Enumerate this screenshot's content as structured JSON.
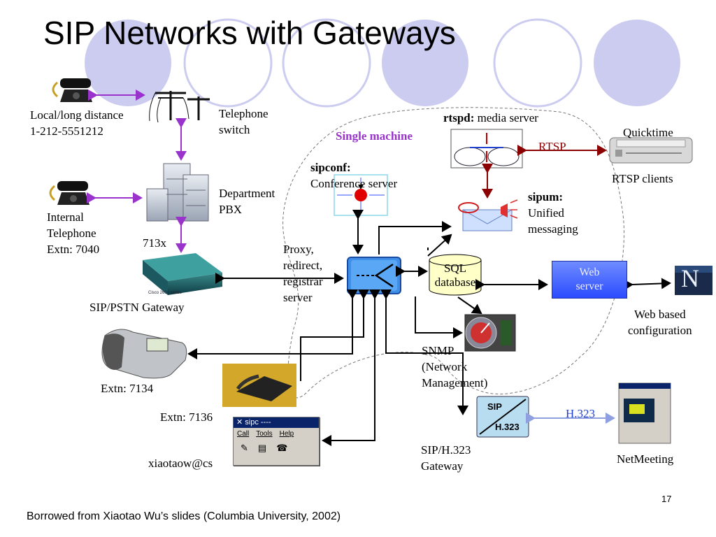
{
  "title": "SIP Networks with Gateways",
  "labels": {
    "local_line1": "Local/long distance",
    "local_line2": "1-212-5551212",
    "telephone_switch_line1": "Telephone",
    "telephone_switch_line2": "switch",
    "dept_pbx_line1": "Department",
    "dept_pbx_line2": "PBX",
    "internal_line1": "Internal",
    "internal_line2": "Telephone",
    "internal_line3": "Extn: 7040",
    "pbx_ext": "713x",
    "sip_pstn_gateway": "SIP/PSTN Gateway",
    "extn_7134": "Extn: 7134",
    "extn_7136": "Extn: 7136",
    "xiaotaow": "xiaotaow@cs",
    "proxy_line1": "Proxy,",
    "proxy_line2": "redirect,",
    "proxy_line3": "registrar",
    "proxy_line4": "server",
    "single_machine": "Single machine",
    "sipconf_name": "sipconf:",
    "sipconf_desc": "Conference server",
    "rtspd_name": "rtspd:",
    "rtspd_desc": "media server",
    "rtsp": "RTSP",
    "quicktime": "Quicktime",
    "rtsp_clients": "RTSP clients",
    "sipum_name": "sipum:",
    "sipum_line1": "Unified",
    "sipum_line2": "messaging",
    "sql_line1": "SQL",
    "sql_line2": "database",
    "web_server_line1": "Web",
    "web_server_line2": "server",
    "web_config_line1": "Web based",
    "web_config_line2": "configuration",
    "snmp_line1": "SNMP",
    "snmp_line2": "(Network",
    "snmp_line3": "Management)",
    "h323_link": "H.323",
    "sip_h323_line1": "SIP/H.323",
    "sip_h323_line2": "Gateway",
    "netmeeting": "NetMeeting",
    "gw_icon_top": "SIP",
    "gw_icon_bottom": "H.323",
    "router_caption": "Cisco 2600 series",
    "netscape_letter": "N"
  },
  "sipc_window": {
    "title": "sipc ----",
    "menu_call": "Call",
    "menu_tools": "Tools",
    "menu_help": "Help"
  },
  "footer": "Borrowed from Xiaotao Wu’s slides (Columbia University, 2002)",
  "page_number": "17",
  "colors": {
    "circle_fill": "#ccccf0",
    "purple_link": "#9933cc",
    "rtsp_link": "#8b0000",
    "h323_link": "#1f3fcf",
    "proxy_box": "#3f8fe8"
  }
}
